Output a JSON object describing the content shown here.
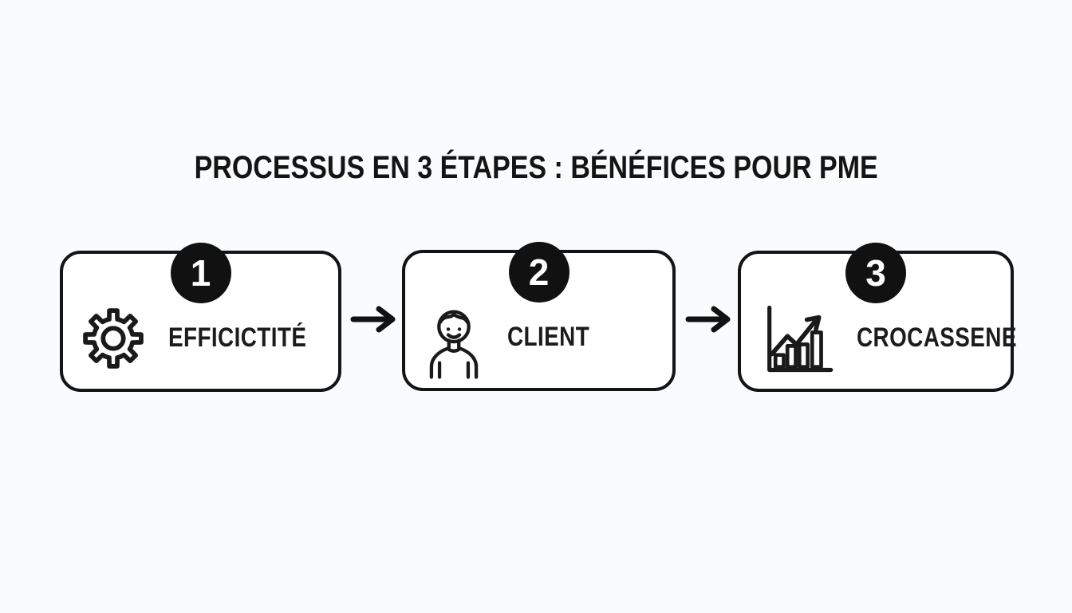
{
  "title": "PROCESSUS EN 3 ÉTAPES : BÉNÉFICES POUR PME",
  "steps": [
    {
      "number": "1",
      "label": "EFFICICTITÉ",
      "icon": "gear-icon"
    },
    {
      "number": "2",
      "label": "CLIENT",
      "icon": "person-icon"
    },
    {
      "number": "3",
      "label": "CROCASSENE",
      "icon": "growth-chart-icon"
    }
  ],
  "connectors": [
    {
      "icon": "right-arrow-icon"
    },
    {
      "icon": "right-arrow-icon"
    }
  ],
  "colors": {
    "background": "#fafbfc",
    "box_background": "#ffffff",
    "box_border": "#141414",
    "badge_background": "#111111",
    "badge_text": "#ffffff",
    "text": "#1c1c1c",
    "icon_stroke": "#1a1a1a"
  }
}
